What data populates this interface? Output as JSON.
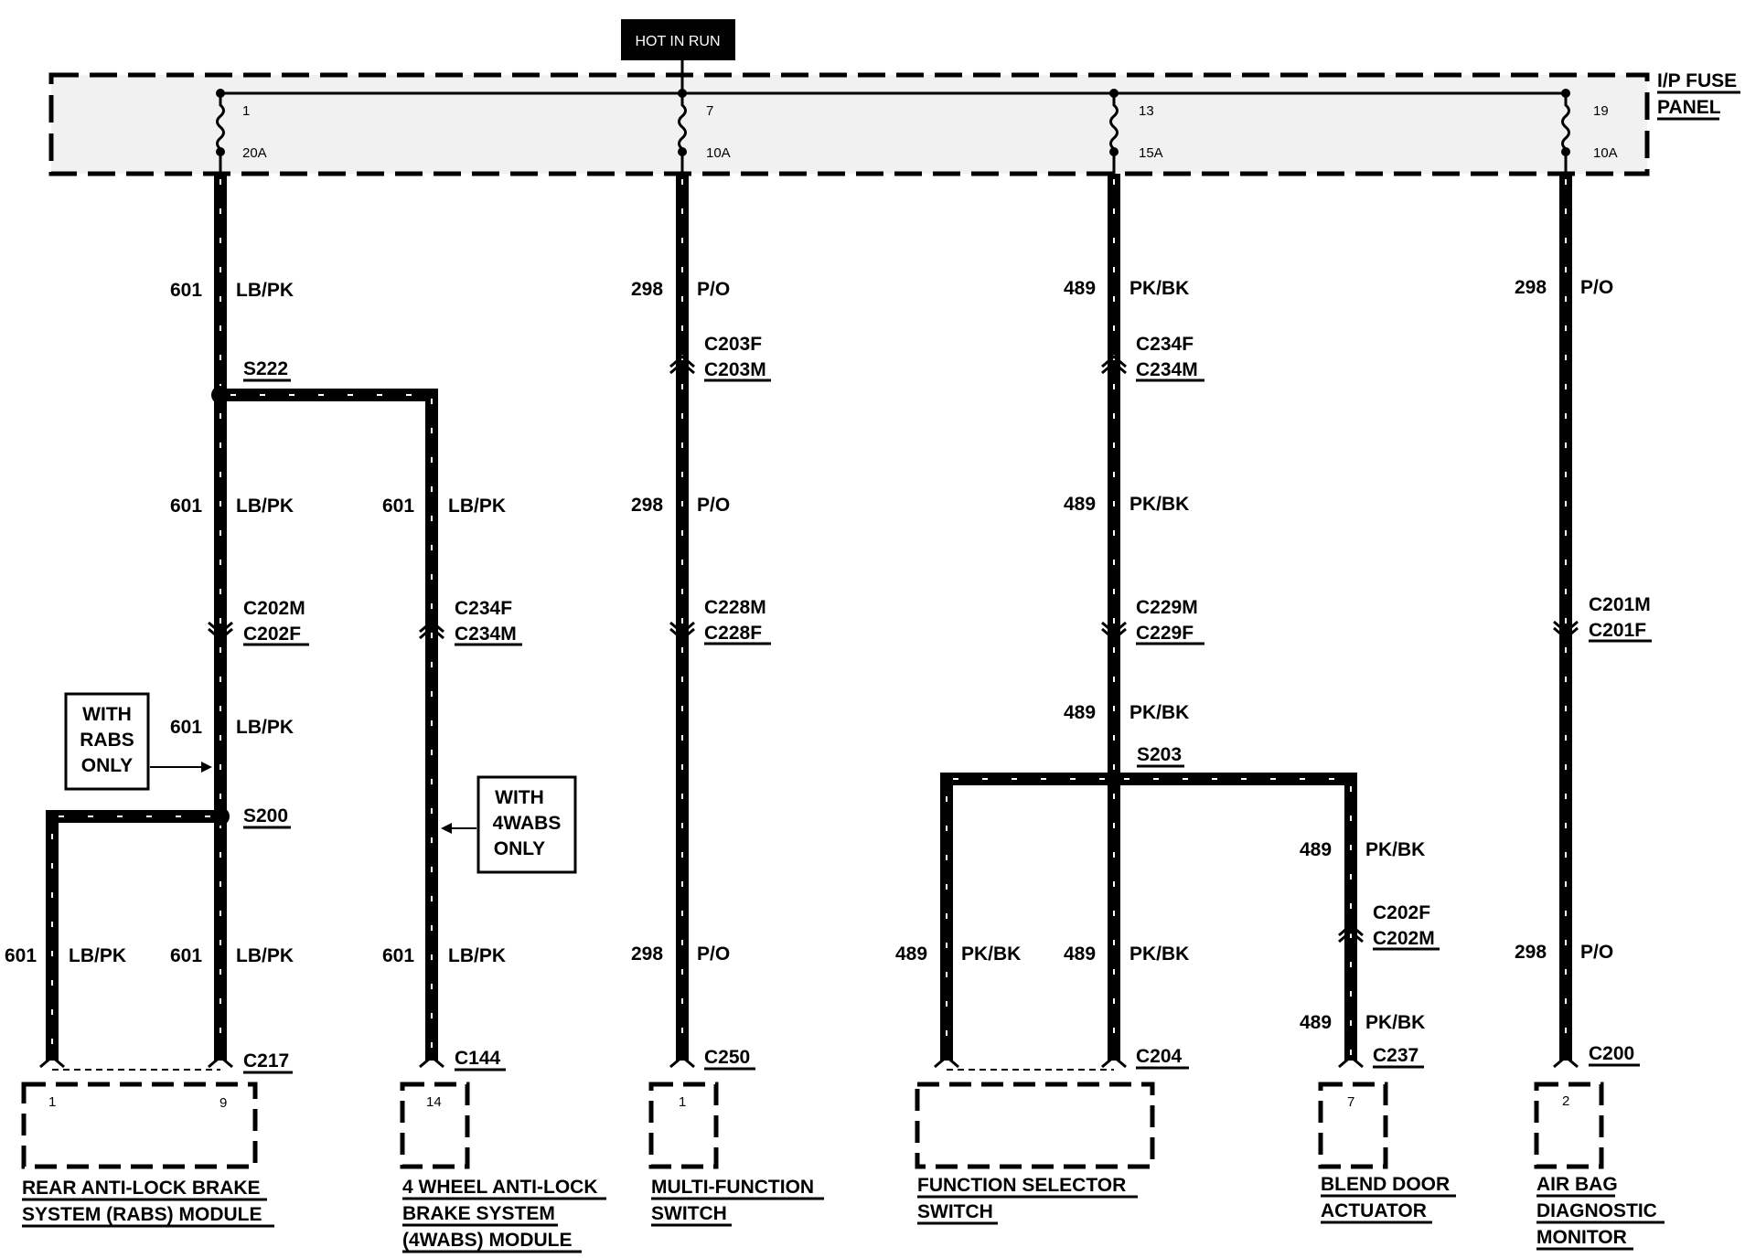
{
  "hot_label": "HOT IN RUN",
  "fuse_panel": {
    "line1": "I/P FUSE",
    "line2": "PANEL"
  },
  "fuses": [
    {
      "number": "1",
      "rating": "20A"
    },
    {
      "number": "7",
      "rating": "10A"
    },
    {
      "number": "13",
      "rating": "15A"
    },
    {
      "number": "19",
      "rating": "10A"
    }
  ],
  "circuits": {
    "c601": {
      "num": "601",
      "color": "LB/PK"
    },
    "c298": {
      "num": "298",
      "color": "P/O"
    },
    "c489": {
      "num": "489",
      "color": "PK/BK"
    }
  },
  "splices": {
    "s222": "S222",
    "s200": "S200",
    "s203": "S203"
  },
  "connectors": {
    "c203": [
      "C203F",
      "C203M"
    ],
    "c234a": [
      "C234F",
      "C234M"
    ],
    "c202a": [
      "C202M",
      "C202F"
    ],
    "c234b": [
      "C234F",
      "C234M"
    ],
    "c228": [
      "C228M",
      "C228F"
    ],
    "c229": [
      "C229M",
      "C229F"
    ],
    "c201": [
      "C201M",
      "C201F"
    ],
    "c202b": [
      "C202F",
      "C202M"
    ],
    "bottom": {
      "c217": "C217",
      "c144": "C144",
      "c250": "C250",
      "c204": "C204",
      "c237": "C237",
      "c200": "C200"
    }
  },
  "pins": {
    "rabs_a": "1",
    "rabs_b": "9",
    "wabs": "14",
    "mfs": "1",
    "blend": "7",
    "airbag": "2"
  },
  "notes": {
    "rabs": [
      "WITH",
      "RABS",
      "ONLY"
    ],
    "wabs": [
      "WITH",
      "4WABS",
      "ONLY"
    ]
  },
  "components": {
    "rabs": [
      "REAR ANTI-LOCK BRAKE",
      "SYSTEM (RABS) MODULE"
    ],
    "wabs": [
      "4 WHEEL ANTI-LOCK",
      "BRAKE SYSTEM",
      "(4WABS) MODULE"
    ],
    "mfs": [
      "MULTI-FUNCTION",
      "SWITCH"
    ],
    "fss": [
      "FUNCTION SELECTOR",
      "SWITCH"
    ],
    "blend": [
      "BLEND DOOR",
      "ACTUATOR"
    ],
    "airbag": [
      "AIR BAG",
      "DIAGNOSTIC",
      "MONITOR"
    ]
  }
}
